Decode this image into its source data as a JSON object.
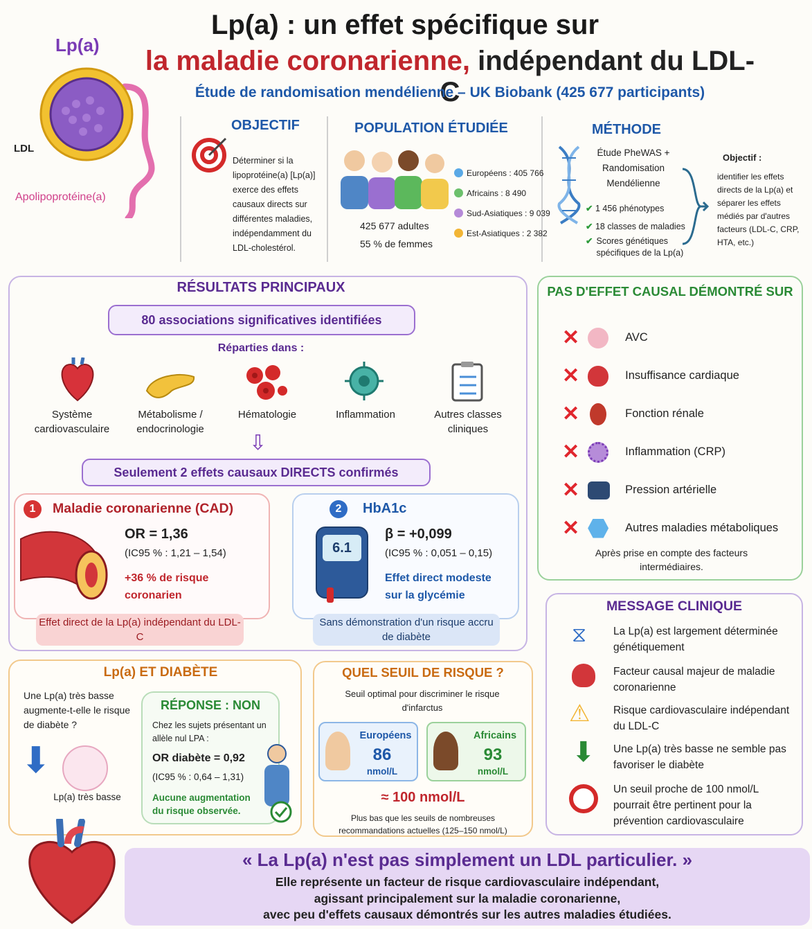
{
  "header": {
    "title_line1": "Lp(a) : un effet spécifique sur",
    "title_line2_red": "la maladie coronarienne,",
    "title_line2_rest": "indépendant du LDL-C",
    "subtitle": "Étude de randomisation mendélienne – UK Biobank (425 677 participants)"
  },
  "particle": {
    "label_top": "Lp(a)",
    "label_ldl": "LDL",
    "label_apo": "Apolipoprotéine(a)"
  },
  "objectif": {
    "heading": "OBJECTIF",
    "text": "Déterminer si la lipoprotéine(a) [Lp(a)] exerce des effets causaux directs sur différentes maladies, indépendamment du LDL-cholestérol."
  },
  "population": {
    "heading": "POPULATION ÉTUDIÉE",
    "adults": "425 677 adultes",
    "women": "55 % de femmes",
    "groups": [
      {
        "label": "Européens : 405 766",
        "color": "#5aa9e6"
      },
      {
        "label": "Africains : 8 490",
        "color": "#6cc06c"
      },
      {
        "label": "Sud-Asiatiques : 9 039",
        "color": "#b58ad8"
      },
      {
        "label": "Est-Asiatiques : 2 382",
        "color": "#f2b535"
      }
    ]
  },
  "methode": {
    "heading": "MÉTHODE",
    "title": "Étude PheWAS + Randomisation Mendélienne",
    "items": [
      "1 456 phénotypes",
      "18 classes de maladies",
      "Scores génétiques spécifiques de la Lp(a)"
    ],
    "objectif_label": "Objectif :",
    "objectif_text": "identifier les effets directs de la Lp(a) et séparer les effets médiés par d'autres facteurs (LDL-C, CRP, HTA, etc.)"
  },
  "resultats": {
    "heading": "RÉSULTATS PRINCIPAUX",
    "associations": "80 associations significatives identifiées",
    "reparties": "Réparties dans :",
    "categories": [
      "Système cardiovasculaire",
      "Métabolisme / endocrinologie",
      "Hématologie",
      "Inflammation",
      "Autres classes cliniques"
    ],
    "seulement": "Seulement 2 effets causaux DIRECTS confirmés",
    "cad": {
      "num": "1",
      "title": "Maladie coronarienne (CAD)",
      "or": "OR = 1,36",
      "ic": "(IC95 % : 1,21 – 1,54)",
      "risk": "+36 % de risque coronarien",
      "footer": "Effet direct de la Lp(a) indépendant du LDL-C"
    },
    "hba1c": {
      "num": "2",
      "title": "HbA1c",
      "beta": "β = +0,099",
      "ic": "(IC95 % : 0,051 – 0,15)",
      "effect": "Effet direct modeste sur la glycémie",
      "footer": "Sans démonstration d'un risque accru de diabète",
      "meter": "6.1"
    }
  },
  "pas_effet": {
    "heading": "PAS D'EFFET CAUSAL DÉMONTRÉ SUR",
    "items": [
      "AVC",
      "Insuffisance cardiaque",
      "Fonction rénale",
      "Inflammation (CRP)",
      "Pression artérielle",
      "Autres maladies métaboliques"
    ],
    "note": "Après prise en compte des facteurs intermédiaires."
  },
  "diabete": {
    "heading": "Lp(a) ET DIABÈTE",
    "question": "Une Lp(a) très basse augmente-t-elle le risque de diabète ?",
    "low_label": "Lp(a) très basse",
    "reponse": "RÉPONSE : NON",
    "chez": "Chez les sujets présentant un allèle nul LPA :",
    "or": "OR diabète = 0,92",
    "ic": "(IC95 % : 0,64 – 1,31)",
    "conclusion": "Aucune augmentation du risque observée."
  },
  "seuil": {
    "heading": "QUEL SEUIL DE RISQUE ?",
    "intro": "Seuil optimal pour discriminer le risque d'infarctus",
    "eu_label": "Européens",
    "eu_value": "86",
    "eu_unit": "nmol/L",
    "af_label": "Africains",
    "af_value": "93",
    "af_unit": "nmol/L",
    "approx": "≈ 100 nmol/L",
    "note": "Plus bas que les seuils de nombreuses recommandations actuelles (125–150 nmol/L)"
  },
  "message": {
    "heading": "MESSAGE CLINIQUE",
    "items": [
      "La Lp(a) est largement déterminée génétiquement",
      "Facteur causal majeur de maladie coronarienne",
      "Risque cardiovasculaire indépendant du LDL-C",
      "Une Lp(a) très basse ne semble pas favoriser le diabète",
      "Un seuil proche de 100 nmol/L pourrait être pertinent pour la prévention cardiovasculaire"
    ]
  },
  "quote": {
    "main": "« La Lp(a) n'est pas simplement un LDL particulier. »",
    "line1": "Elle représente un facteur de risque cardiovasculaire indépendant,",
    "line2": "agissant principalement sur la maladie coronarienne,",
    "line3": "avec peu d'effets causaux démontrés sur les autres maladies étudiées."
  }
}
